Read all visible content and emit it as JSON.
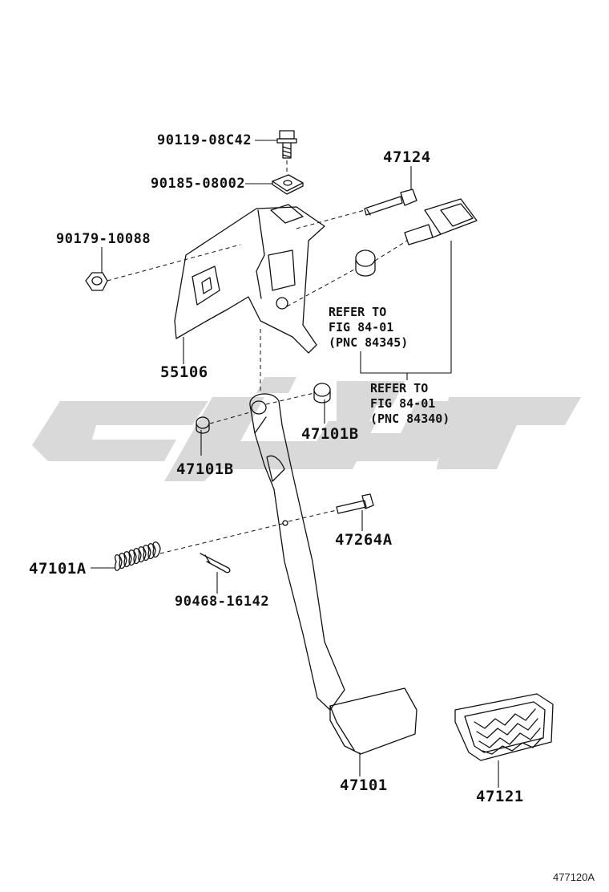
{
  "parts": {
    "bolt": "90119-08C42",
    "washer": "90185-08002",
    "nut": "90179-10088",
    "pin_47124": "47124",
    "bracket": "55106",
    "bushing_right": "47101B",
    "bushing_left": "47101B",
    "spring": "47101A",
    "clevis_pin": "47264A",
    "clip": "90468-16142",
    "pedal": "47101",
    "pedal_pad": "47121"
  },
  "notes": {
    "upper": {
      "line1": "REFER TO",
      "line2": "FIG 84-01",
      "line3": "(PNC 84345)"
    },
    "lower": {
      "line1": "REFER TO",
      "line2": "FIG 84-01",
      "line3": "(PNC 84340)"
    }
  },
  "figure_code": "477120A",
  "colors": {
    "ink": "#111111",
    "watermark": "#d6d6d6"
  }
}
